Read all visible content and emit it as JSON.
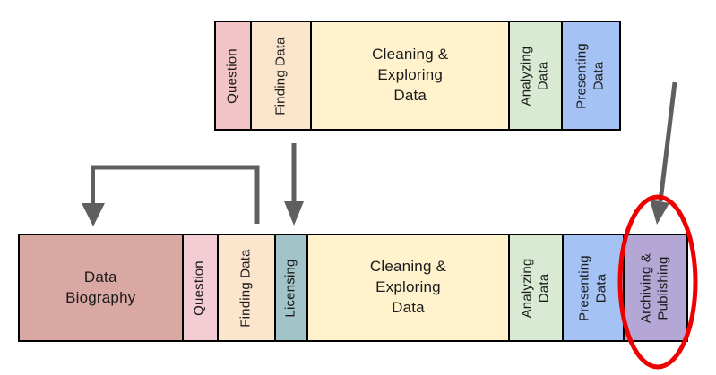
{
  "top_bar": {
    "segments": [
      {
        "label": "Question",
        "color": "#f2c4c8"
      },
      {
        "label": "Finding Data",
        "color": "#fce5cd"
      },
      {
        "label": "Cleaning &\nExploring\nData",
        "color": "#fff2cc"
      },
      {
        "label": "Analyzing\nData",
        "color": "#d9ead3"
      },
      {
        "label": "Presenting\nData",
        "color": "#a4c2f4"
      }
    ]
  },
  "bottom_bar": {
    "segments": [
      {
        "label": "Data\nBiography",
        "color": "#d9a8a2"
      },
      {
        "label": "Question",
        "color": "#f4ccd4"
      },
      {
        "label": "Finding Data",
        "color": "#fce5cd"
      },
      {
        "label": "Licensing",
        "color": "#a2c4c9"
      },
      {
        "label": "Cleaning &\nExploring\nData",
        "color": "#fff2cc"
      },
      {
        "label": "Analyzing\nData",
        "color": "#d9ead3"
      },
      {
        "label": "Presenting\nData",
        "color": "#a4c2f4"
      },
      {
        "label": "Archiving &\nPublishing",
        "color": "#b4a7d6"
      }
    ]
  },
  "annotations": {
    "arrow_color": "#5f5f5f",
    "ellipse_color": "#ee0000",
    "segment_border_color": "#000000"
  }
}
